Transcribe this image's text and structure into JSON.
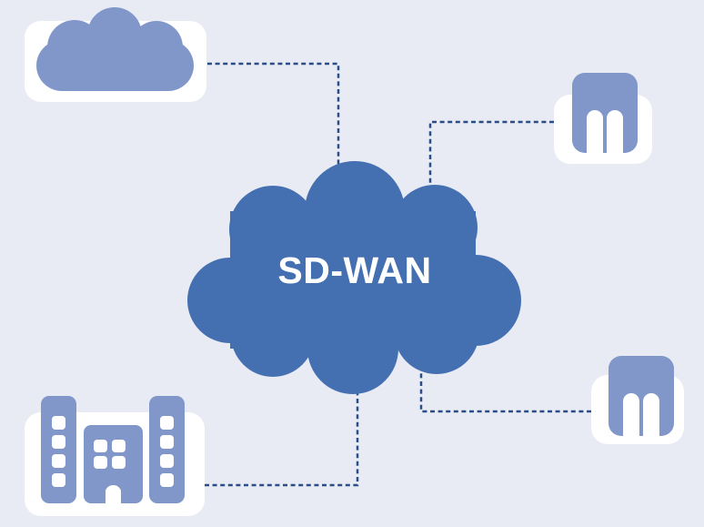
{
  "center": {
    "label": "SD-WAN",
    "icon": "sdwan-cloud-icon"
  },
  "nodes": [
    {
      "id": "cloud-node",
      "icon": "cloud-icon",
      "position": "top-left"
    },
    {
      "id": "branch-device-top",
      "icon": "branch-device-icon",
      "position": "top-right"
    },
    {
      "id": "office-buildings",
      "icon": "office-buildings-icon",
      "position": "bottom-left"
    },
    {
      "id": "branch-device-bottom",
      "icon": "branch-device-icon",
      "position": "bottom-right"
    }
  ],
  "connections": [
    {
      "from": "cloud-node",
      "to": "sdwan-cloud",
      "style": "dotted"
    },
    {
      "from": "branch-device-top",
      "to": "sdwan-cloud",
      "style": "dotted"
    },
    {
      "from": "office-buildings",
      "to": "sdwan-cloud",
      "style": "dotted"
    },
    {
      "from": "branch-device-bottom",
      "to": "sdwan-cloud",
      "style": "dotted"
    }
  ],
  "colors": {
    "background": "#e9ebf4",
    "card": "#ffffff",
    "cloud_blue": "#4470b2",
    "icon_blue": "#8197c9",
    "connector": "#2a4d87",
    "label_text": "#ffffff"
  }
}
